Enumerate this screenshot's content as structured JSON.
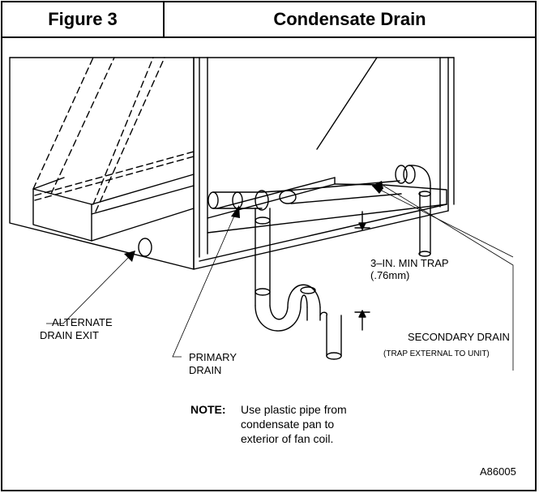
{
  "header": {
    "figure_label": "Figure 3",
    "title": "Condensate Drain"
  },
  "labels": {
    "alternate_drain_line1": "ALTERNATE",
    "alternate_drain_line2": "DRAIN EXIT",
    "primary_drain_line1": "PRIMARY",
    "primary_drain_line2": "DRAIN",
    "trap_line1": "3–IN. MIN TRAP",
    "trap_line2": "(.76mm)",
    "secondary_drain": "SECONDARY DRAIN",
    "secondary_drain_note": "(TRAP EXTERNAL TO UNIT)"
  },
  "note": {
    "key": "NOTE:",
    "line1": "Use plastic pipe from",
    "line2": "condensate pan to",
    "line3": "exterior of fan coil."
  },
  "figure_code": "A86005"
}
